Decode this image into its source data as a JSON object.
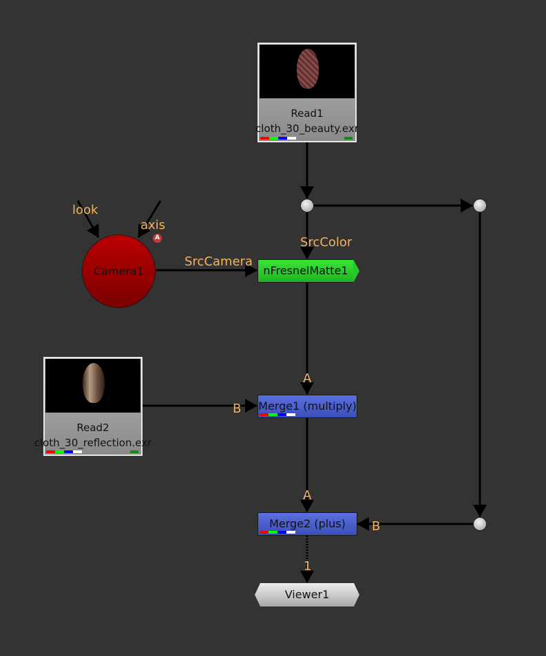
{
  "nodes": {
    "read1": {
      "name": "Read1",
      "file": "cloth_30_beauty.exr"
    },
    "read2": {
      "name": "Read2",
      "file": "cloth_30_reflection.exr"
    },
    "camera": {
      "name": "Camera1",
      "badge": "A"
    },
    "fresnel": {
      "name": "nFresnelMatte1"
    },
    "merge1": {
      "name": "Merge1 (multiply)"
    },
    "merge2": {
      "name": "Merge2 (plus)"
    },
    "viewer": {
      "name": "Viewer1"
    }
  },
  "inputs": {
    "look": "look",
    "axis": "axis",
    "src_color": "SrcColor",
    "src_camera": "SrcCamera",
    "merge1_a": "A",
    "merge1_b": "B",
    "merge2_a": "A",
    "merge2_b": "B",
    "viewer_1": "1"
  },
  "colors": {
    "background": "#333333",
    "camera": "#b00000",
    "fresnel": "#2ed62e",
    "merge": "#4a5fd0",
    "label": "#f3b45e"
  }
}
